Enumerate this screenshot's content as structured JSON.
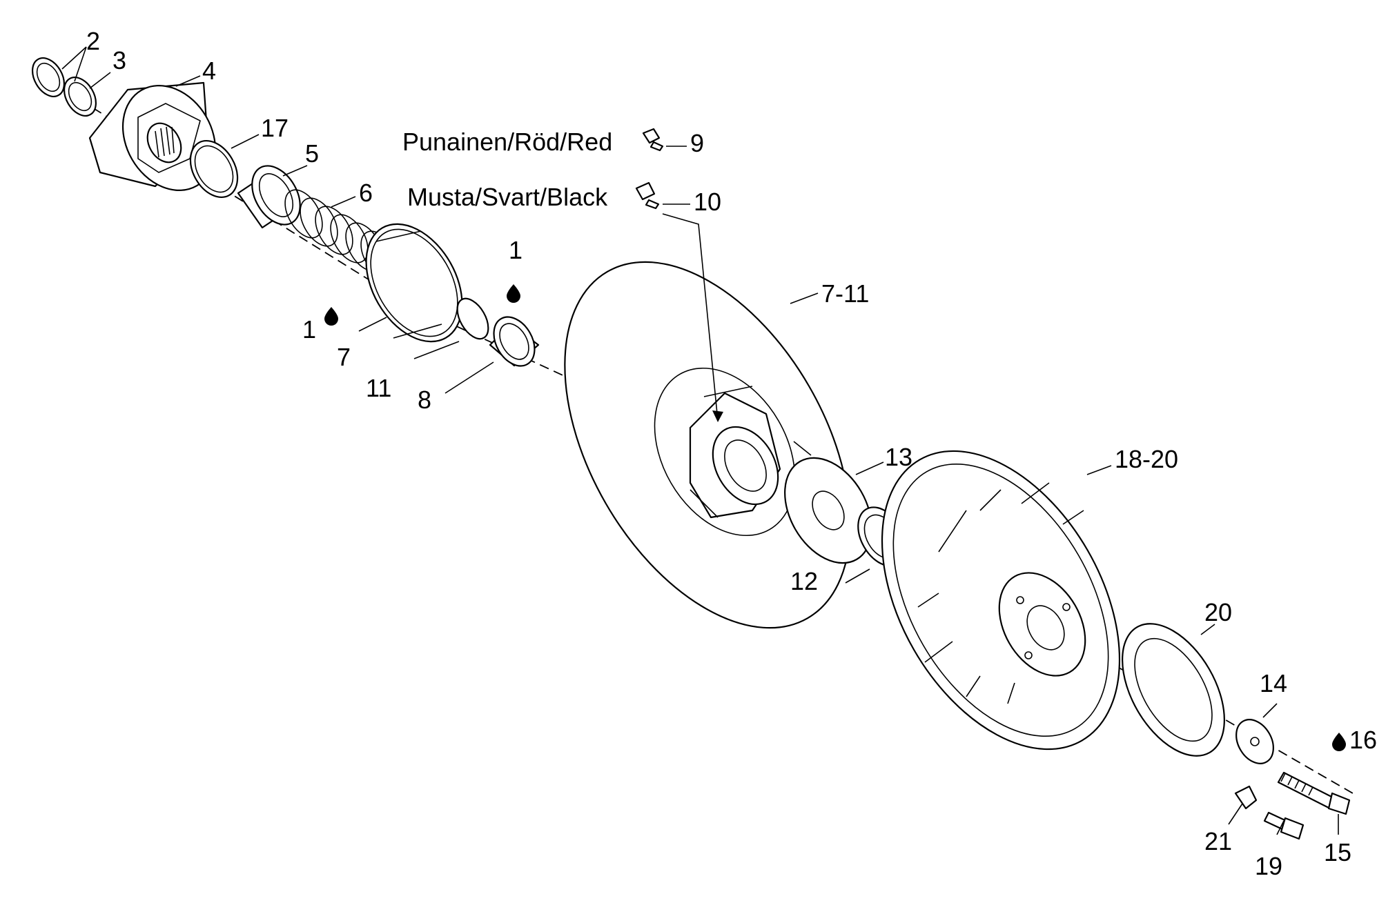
{
  "callouts": {
    "c2": "2",
    "c3": "3",
    "c4": "4",
    "c17": "17",
    "c5": "5",
    "c6": "6",
    "c1a": "1",
    "c1b": "1",
    "c7": "7",
    "c11": "11",
    "c8": "8",
    "c7_11": "7-11",
    "c9": "9",
    "c10": "10",
    "c13": "13",
    "c12": "12",
    "c18_20": "18-20",
    "c20": "20",
    "c14": "14",
    "c16": "16",
    "c15": "15",
    "c19": "19",
    "c21": "21"
  },
  "color_labels": {
    "red": "Punainen/Röd/Red",
    "black": "Musta/Svart/Black"
  },
  "icons": [
    "lubricant-drop-icon",
    "weight-cap-red-icon",
    "weight-cap-black-icon"
  ]
}
